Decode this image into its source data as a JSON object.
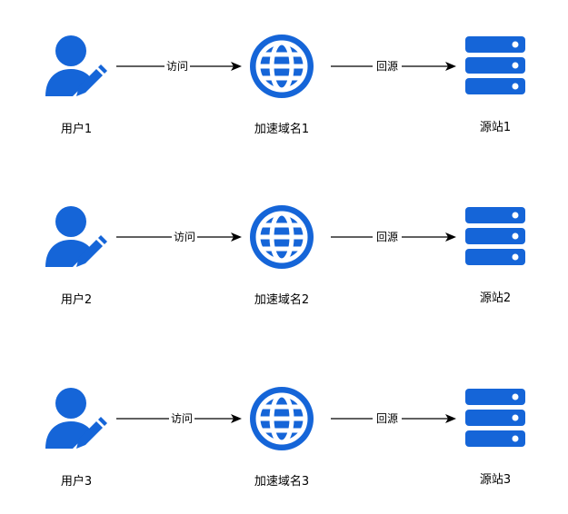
{
  "colors": {
    "icon": "#1565d8",
    "line": "#000000",
    "background": "#ffffff"
  },
  "rows": [
    {
      "user": {
        "label": "用户1",
        "icon": "user-edit-icon"
      },
      "domain": {
        "label": "加速域名1",
        "icon": "globe-icon"
      },
      "origin": {
        "label": "源站1",
        "icon": "server-icon"
      },
      "edge_visit": {
        "label": "访问"
      },
      "edge_back": {
        "label": "回源"
      }
    },
    {
      "user": {
        "label": "用户2",
        "icon": "user-edit-icon"
      },
      "domain": {
        "label": "加速域名2",
        "icon": "globe-icon"
      },
      "origin": {
        "label": "源站2",
        "icon": "server-icon"
      },
      "edge_visit": {
        "label": "访问"
      },
      "edge_back": {
        "label": "回源"
      }
    },
    {
      "user": {
        "label": "用户3",
        "icon": "user-edit-icon"
      },
      "domain": {
        "label": "加速域名3",
        "icon": "globe-icon"
      },
      "origin": {
        "label": "源站3",
        "icon": "server-icon"
      },
      "edge_visit": {
        "label": "访问"
      },
      "edge_back": {
        "label": "回源"
      }
    }
  ]
}
